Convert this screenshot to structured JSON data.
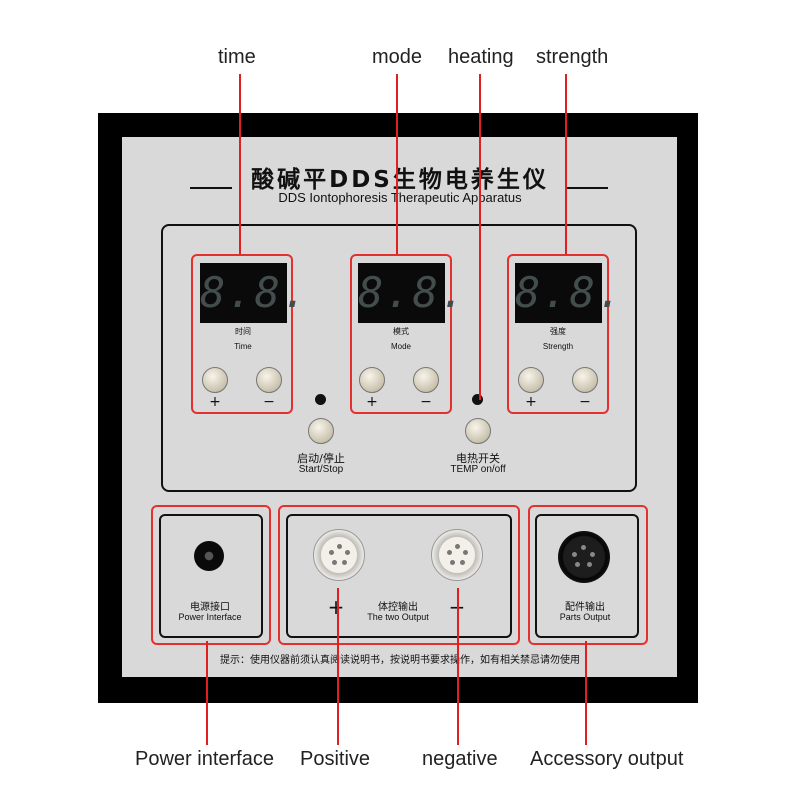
{
  "callouts": {
    "time": "time",
    "mode": "mode",
    "heating": "heating",
    "strength": "strength",
    "power_interface": "Power interface",
    "positive": "Positive",
    "negative": "negative",
    "accessory_output": "Accessory output"
  },
  "device": {
    "title_cn": "酸碱平DDS生物电养生仪",
    "title_en": "DDS Iontophoresis Therapeutic Apparatus",
    "displays": [
      {
        "digits": "8.8.",
        "label_cn": "时间",
        "label_en": "Time"
      },
      {
        "digits": "8.8.",
        "label_cn": "模式",
        "label_en": "Mode"
      },
      {
        "digits": "8.8.",
        "label_cn": "强度",
        "label_en": "Strength"
      }
    ],
    "plus": "+",
    "minus": "−",
    "start_stop_cn": "启动/停止",
    "start_stop_en": "Start/Stop",
    "temp_cn": "电热开关",
    "temp_en": "TEMP on/off",
    "power_cn": "电源接口",
    "power_en": "Power Interface",
    "output_cn": "体控输出",
    "output_en": "The two Output",
    "positive_sign": "+",
    "negative_sign": "−",
    "parts_cn": "配件输出",
    "parts_en": "Parts Output",
    "hint": "提示：使用仪器前须认真阅读说明书，按说明书要求操作，如有相关禁忌请勿使用"
  },
  "colors": {
    "accent": "#e53030",
    "frame": "#000000",
    "plate": "#d9d9da"
  }
}
